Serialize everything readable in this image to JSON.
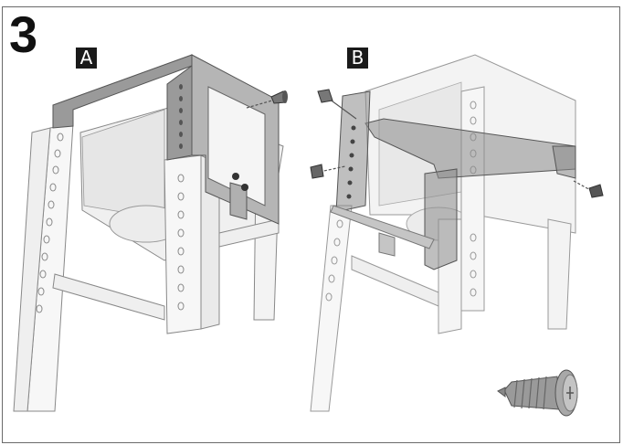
{
  "step": {
    "number": "3"
  },
  "panels": [
    {
      "id": "A",
      "label": "A",
      "description": "Mounting bracket placed on top of frame, one screw inserted on right side"
    },
    {
      "id": "B",
      "label": "B",
      "description": "Bracket assembly secured with screws on left and right sides"
    }
  ],
  "hardware": {
    "icon": "self-tapping-screw-icon",
    "description": "Self-tapping pan-head screw"
  },
  "colors": {
    "bracket": "#8f8f8f",
    "frame": "#f2f2f2",
    "outline": "#6a6a6a",
    "label_bg": "#1a1a1a"
  }
}
